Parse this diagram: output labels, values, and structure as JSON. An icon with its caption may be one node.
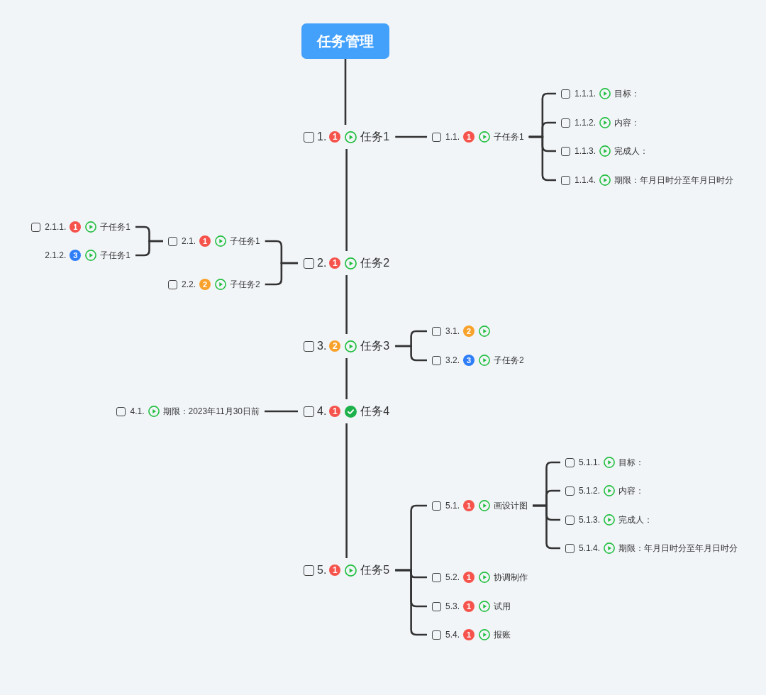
{
  "diagram": {
    "nodes": [
      {
        "text": [
          "任务管理"
        ]
      },
      {
        "text": [
          "1.",
          "1",
          "任务1"
        ]
      },
      {
        "text": [
          "1.1.",
          "1",
          "子任务1"
        ]
      },
      {
        "text": [
          "1.1.1.",
          "目标："
        ]
      },
      {
        "text": [
          "1.1.2.",
          "内容："
        ]
      },
      {
        "text": [
          "1.1.3.",
          "完成人："
        ]
      },
      {
        "text": [
          "1.1.4.",
          "期限：年月日时分至年月日时分"
        ]
      },
      {
        "text": [
          "2.",
          "1",
          "任务2"
        ]
      },
      {
        "text": [
          "2.1.",
          "1",
          "子任务1"
        ]
      },
      {
        "text": [
          "2.1.1.",
          "1",
          "子任务1"
        ]
      },
      {
        "text": [
          "2.1.2.",
          "3",
          "子任务1"
        ]
      },
      {
        "text": [
          "2.2.",
          "2",
          "子任务2"
        ]
      },
      {
        "text": [
          "3.",
          "2",
          "任务3"
        ]
      },
      {
        "text": [
          "3.1.",
          "2"
        ]
      },
      {
        "text": [
          "3.2.",
          "3",
          "子任务2"
        ]
      },
      {
        "text": [
          "4.",
          "1",
          "任务4"
        ]
      },
      {
        "text": [
          "4.1.",
          "期限：2023年11月30日前"
        ]
      },
      {
        "text": [
          "5.",
          "1",
          "任务5"
        ]
      },
      {
        "text": [
          "5.1.",
          "1",
          "画设计图"
        ]
      },
      {
        "text": [
          "5.1.1.",
          "目标："
        ]
      },
      {
        "text": [
          "5.1.2.",
          "内容："
        ]
      },
      {
        "text": [
          "5.1.3.",
          "完成人："
        ]
      },
      {
        "text": [
          "5.1.4.",
          "期限：年月日时分至年月日时分"
        ]
      },
      {
        "text": [
          "5.2.",
          "1",
          "协调制作"
        ]
      },
      {
        "text": [
          "5.3.",
          "1",
          "试用"
        ]
      },
      {
        "text": [
          "5.4.",
          "1",
          "报账"
        ]
      }
    ],
    "edges": [
      {
        "from": 0,
        "to": 1,
        "arrow": "none"
      },
      {
        "from": 1,
        "to": 7,
        "arrow": "none"
      },
      {
        "from": 7,
        "to": 12,
        "arrow": "none"
      },
      {
        "from": 12,
        "to": 15,
        "arrow": "none"
      },
      {
        "from": 15,
        "to": 17,
        "arrow": "none"
      },
      {
        "from": 1,
        "to": 2,
        "arrow": "none"
      },
      {
        "from": 2,
        "to": 3,
        "arrow": "none"
      },
      {
        "from": 2,
        "to": 4,
        "arrow": "none"
      },
      {
        "from": 2,
        "to": 5,
        "arrow": "none"
      },
      {
        "from": 2,
        "to": 6,
        "arrow": "none"
      },
      {
        "from": 7,
        "to": 8,
        "arrow": "none"
      },
      {
        "from": 7,
        "to": 11,
        "arrow": "none"
      },
      {
        "from": 8,
        "to": 9,
        "arrow": "none"
      },
      {
        "from": 8,
        "to": 10,
        "arrow": "none"
      },
      {
        "from": 12,
        "to": 13,
        "arrow": "none"
      },
      {
        "from": 12,
        "to": 14,
        "arrow": "none"
      },
      {
        "from": 15,
        "to": 16,
        "arrow": "none"
      },
      {
        "from": 17,
        "to": 18,
        "arrow": "none"
      },
      {
        "from": 17,
        "to": 23,
        "arrow": "none"
      },
      {
        "from": 17,
        "to": 24,
        "arrow": "none"
      },
      {
        "from": 17,
        "to": 25,
        "arrow": "none"
      },
      {
        "from": 18,
        "to": 19,
        "arrow": "none"
      },
      {
        "from": 18,
        "to": 20,
        "arrow": "none"
      },
      {
        "from": 18,
        "to": 21,
        "arrow": "none"
      },
      {
        "from": 18,
        "to": 22,
        "arrow": "none"
      }
    ]
  }
}
